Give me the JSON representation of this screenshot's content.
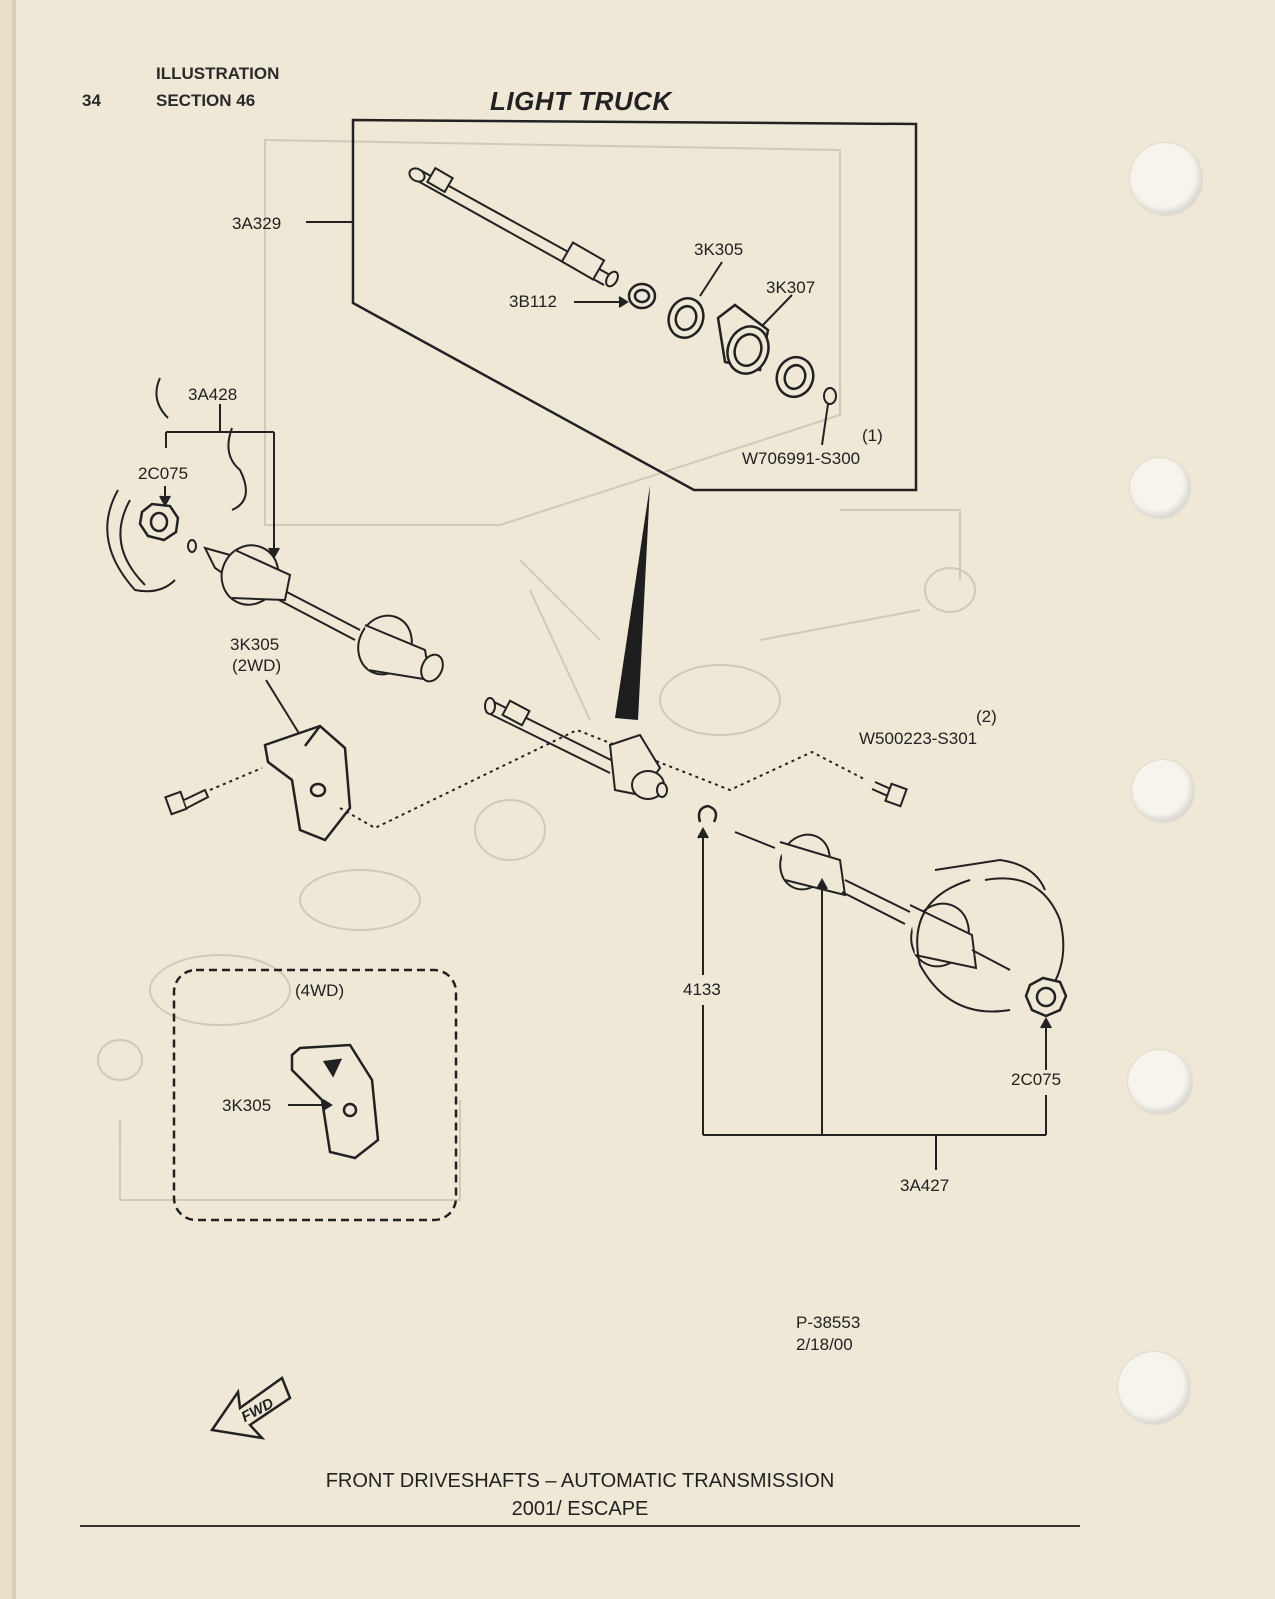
{
  "header": {
    "page_number": "34",
    "illustration_label": "ILLUSTRATION",
    "section_label": "SECTION 46",
    "title": "LIGHT TRUCK"
  },
  "callouts": {
    "inset_shaft": "3A329",
    "inset_seal": "3K305",
    "inset_bracket": "3K307",
    "inset_bearing": "3B112",
    "inset_note": "(1)",
    "inset_clip": "W706991-S300",
    "left_shaft": "3A428",
    "left_nut": "2C075",
    "left_bracket": "3K305",
    "left_bracket_note": "(2WD)",
    "bolt_note": "(2)",
    "bolt": "W500223-S301",
    "circlip": "4133",
    "right_nut": "2C075",
    "right_shaft": "3A427",
    "awd_label": "(4WD)",
    "awd_bracket": "3K305"
  },
  "fwd_label": "FWD",
  "part_ref": {
    "number": "P-38553",
    "date": "2/18/00"
  },
  "footer": {
    "line1": "FRONT DRIVESHAFTS – AUTOMATIC TRANSMISSION",
    "line2": "2001/ ESCAPE"
  }
}
